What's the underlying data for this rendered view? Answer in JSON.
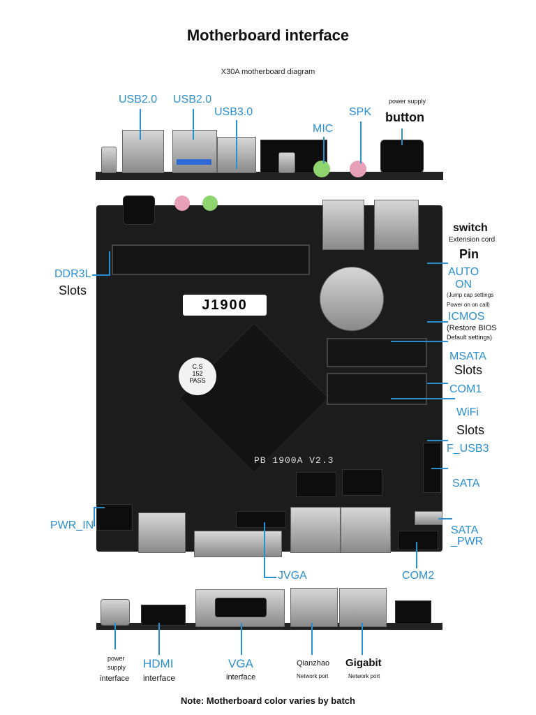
{
  "title": "Motherboard interface",
  "subtitle": "X30A motherboard diagram",
  "note": "Note: Motherboard color varies by batch",
  "top_labels": {
    "usb20_a": "USB2.0",
    "usb20_b": "USB2.0",
    "usb30": "USB3.0",
    "mic": "MIC",
    "spk": "SPK",
    "power_supply": "power supply",
    "button": "button"
  },
  "right_labels": {
    "switch": "switch",
    "extension_cord": "Extension cord",
    "pin": "Pin",
    "auto_on": "AUTO\nON",
    "jump_cap": "(Jump cap settings",
    "power_on_call": "Power on on call)",
    "icmos": "ICMOS",
    "restore_bios": "(Restore BIOS",
    "default_settings": "Default settings)",
    "msata": "MSATA",
    "slots_1": "Slots",
    "com1": "COM1",
    "wifi": "WiFi",
    "slots_2": "Slots",
    "f_usb3": "F_USB3",
    "sata": "SATA",
    "sata_pwr": "SATA\n_PWR",
    "com2": "COM2"
  },
  "left_labels": {
    "ddr3l": "DDR3L",
    "slots": "Slots",
    "pwr_in": "PWR_IN",
    "jvga": "JVGA"
  },
  "board_text": {
    "cpu_label": "J1900",
    "qc_line1": "C.S",
    "qc_line2": "152",
    "qc_line3": "PASS",
    "model": "PB 1900A V2.3"
  },
  "bottom_labels": {
    "power_supply_1": "power",
    "power_supply_2": "supply",
    "interface_1": "interface",
    "hdmi": "HDMI",
    "interface_2": "interface",
    "vga": "VGA",
    "interface_3": "interface",
    "qianzhao": "Qianzhao",
    "network_port_1": "Network port",
    "gigabit": "Gigabit",
    "network_port_2": "Network port"
  },
  "colors": {
    "accent": "#2a8fd0",
    "pcb": "#1c1c1c"
  }
}
